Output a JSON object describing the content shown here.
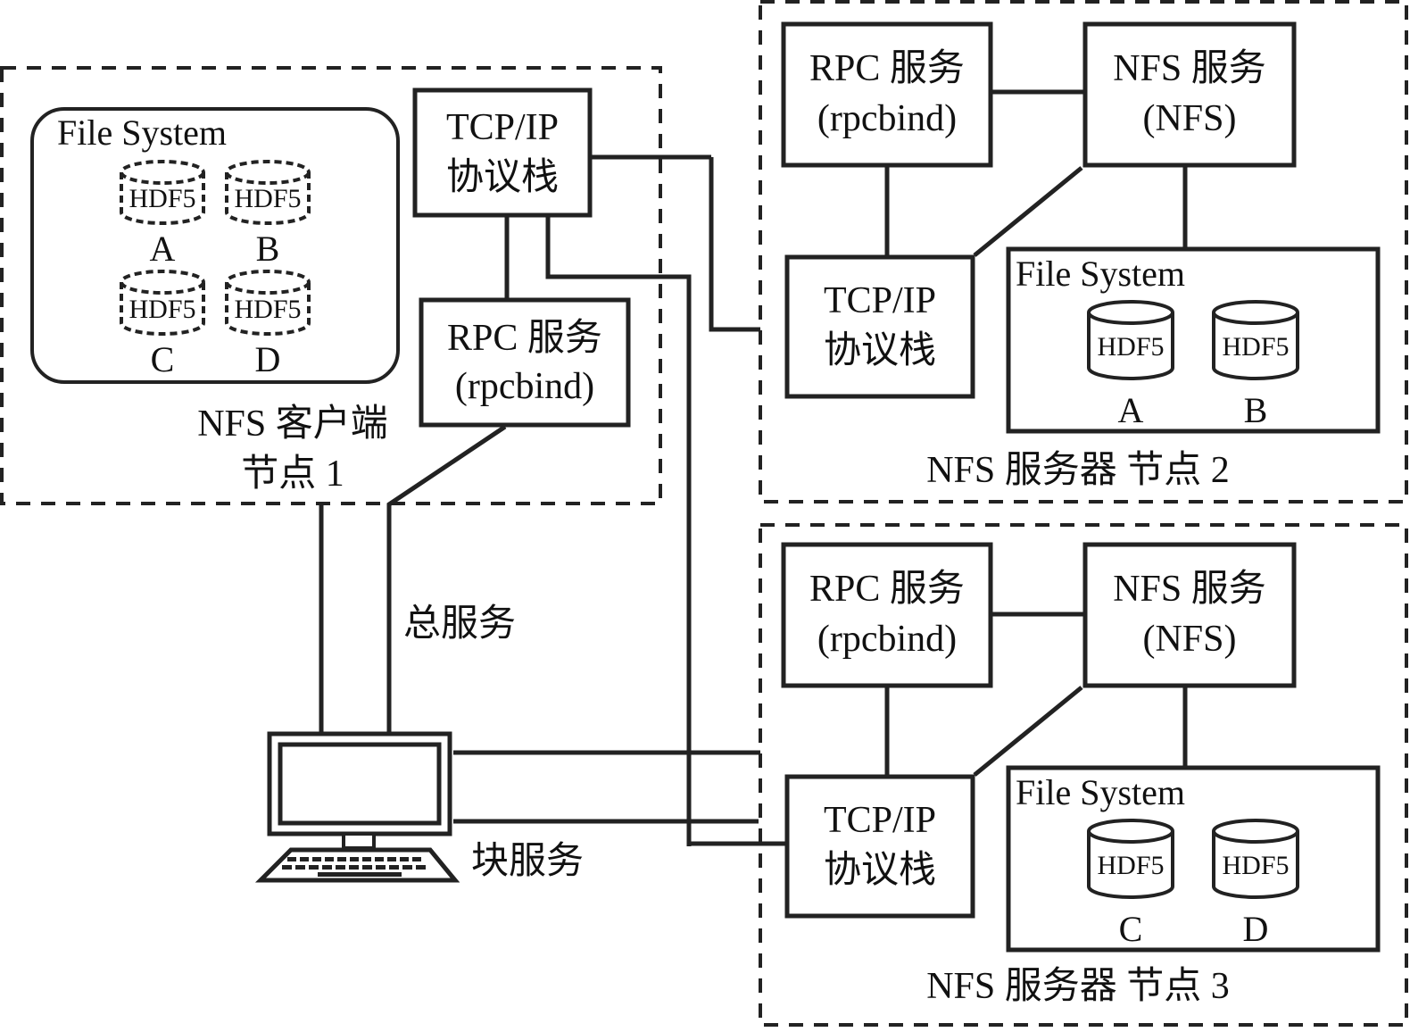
{
  "client_node": {
    "label_line1": "NFS 客户端",
    "label_line2": "节点 1",
    "file_system": {
      "title": "File System",
      "disks": [
        {
          "type": "HDF5",
          "label": "A"
        },
        {
          "type": "HDF5",
          "label": "B"
        },
        {
          "type": "HDF5",
          "label": "C"
        },
        {
          "type": "HDF5",
          "label": "D"
        }
      ]
    },
    "tcpip": {
      "line1": "TCP/IP",
      "line2": "协议栈"
    },
    "rpc": {
      "line1": "RPC 服务",
      "line2": "(rpcbind)"
    }
  },
  "server_nodes": [
    {
      "label": "NFS 服务器 节点 2",
      "rpc": {
        "line1": "RPC 服务",
        "line2": "(rpcbind)"
      },
      "nfs": {
        "line1": "NFS 服务",
        "line2": "(NFS)"
      },
      "tcpip": {
        "line1": "TCP/IP",
        "line2": "协议栈"
      },
      "file_system": {
        "title": "File System",
        "disks": [
          {
            "type": "HDF5",
            "label": "A"
          },
          {
            "type": "HDF5",
            "label": "B"
          }
        ]
      }
    },
    {
      "label": "NFS 服务器 节点 3",
      "rpc": {
        "line1": "RPC 服务",
        "line2": "(rpcbind)"
      },
      "nfs": {
        "line1": "NFS 服务",
        "line2": "(NFS)"
      },
      "tcpip": {
        "line1": "TCP/IP",
        "line2": "协议栈"
      },
      "file_system": {
        "title": "File System",
        "disks": [
          {
            "type": "HDF5",
            "label": "C"
          },
          {
            "type": "HDF5",
            "label": "D"
          }
        ]
      }
    }
  ],
  "edge_labels": {
    "total_service": "总服务",
    "block_service": "块服务"
  },
  "icons": {
    "computer": "desktop-computer-icon"
  }
}
